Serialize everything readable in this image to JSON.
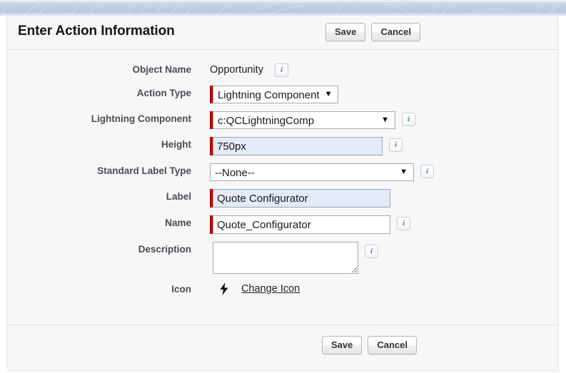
{
  "banner": {
    "name": "decorative-header-banner"
  },
  "header": {
    "title": "Enter Action Information",
    "save_label": "Save",
    "cancel_label": "Cancel"
  },
  "form": {
    "fields": {
      "object_name": {
        "label": "Object Name",
        "value": "Opportunity",
        "info_glyph": "i"
      },
      "action_type": {
        "label": "Action Type",
        "value": "Lightning Component",
        "arrow_glyph": "▼"
      },
      "lightning_component": {
        "label": "Lightning Component",
        "value": "c:QCLightningComp",
        "arrow_glyph": "▼",
        "info_glyph": "i"
      },
      "height": {
        "label": "Height",
        "value": "750px",
        "placeholder": "",
        "info_glyph": "i"
      },
      "standard_label_type": {
        "label": "Standard Label Type",
        "value": "--None--",
        "arrow_glyph": "▼",
        "info_glyph": "i"
      },
      "label_field": {
        "label": "Label",
        "value": "Quote Configurator",
        "placeholder": ""
      },
      "name_field": {
        "label": "Name",
        "value": "Quote_Configurator",
        "placeholder": "",
        "info_glyph": "i"
      },
      "description": {
        "label": "Description",
        "value": "",
        "placeholder": "",
        "info_glyph": "i"
      },
      "icon": {
        "label": "Icon",
        "bolt_glyph": "⚡",
        "change_link": "Change Icon"
      }
    }
  },
  "footer": {
    "save_label": "Save",
    "cancel_label": "Cancel"
  },
  "colors": {
    "required_bar": "#c00000",
    "autofill_bg": "#e3eaf8",
    "info_blue": "#3b7dd8",
    "banner_blue": "#bfcde6"
  }
}
